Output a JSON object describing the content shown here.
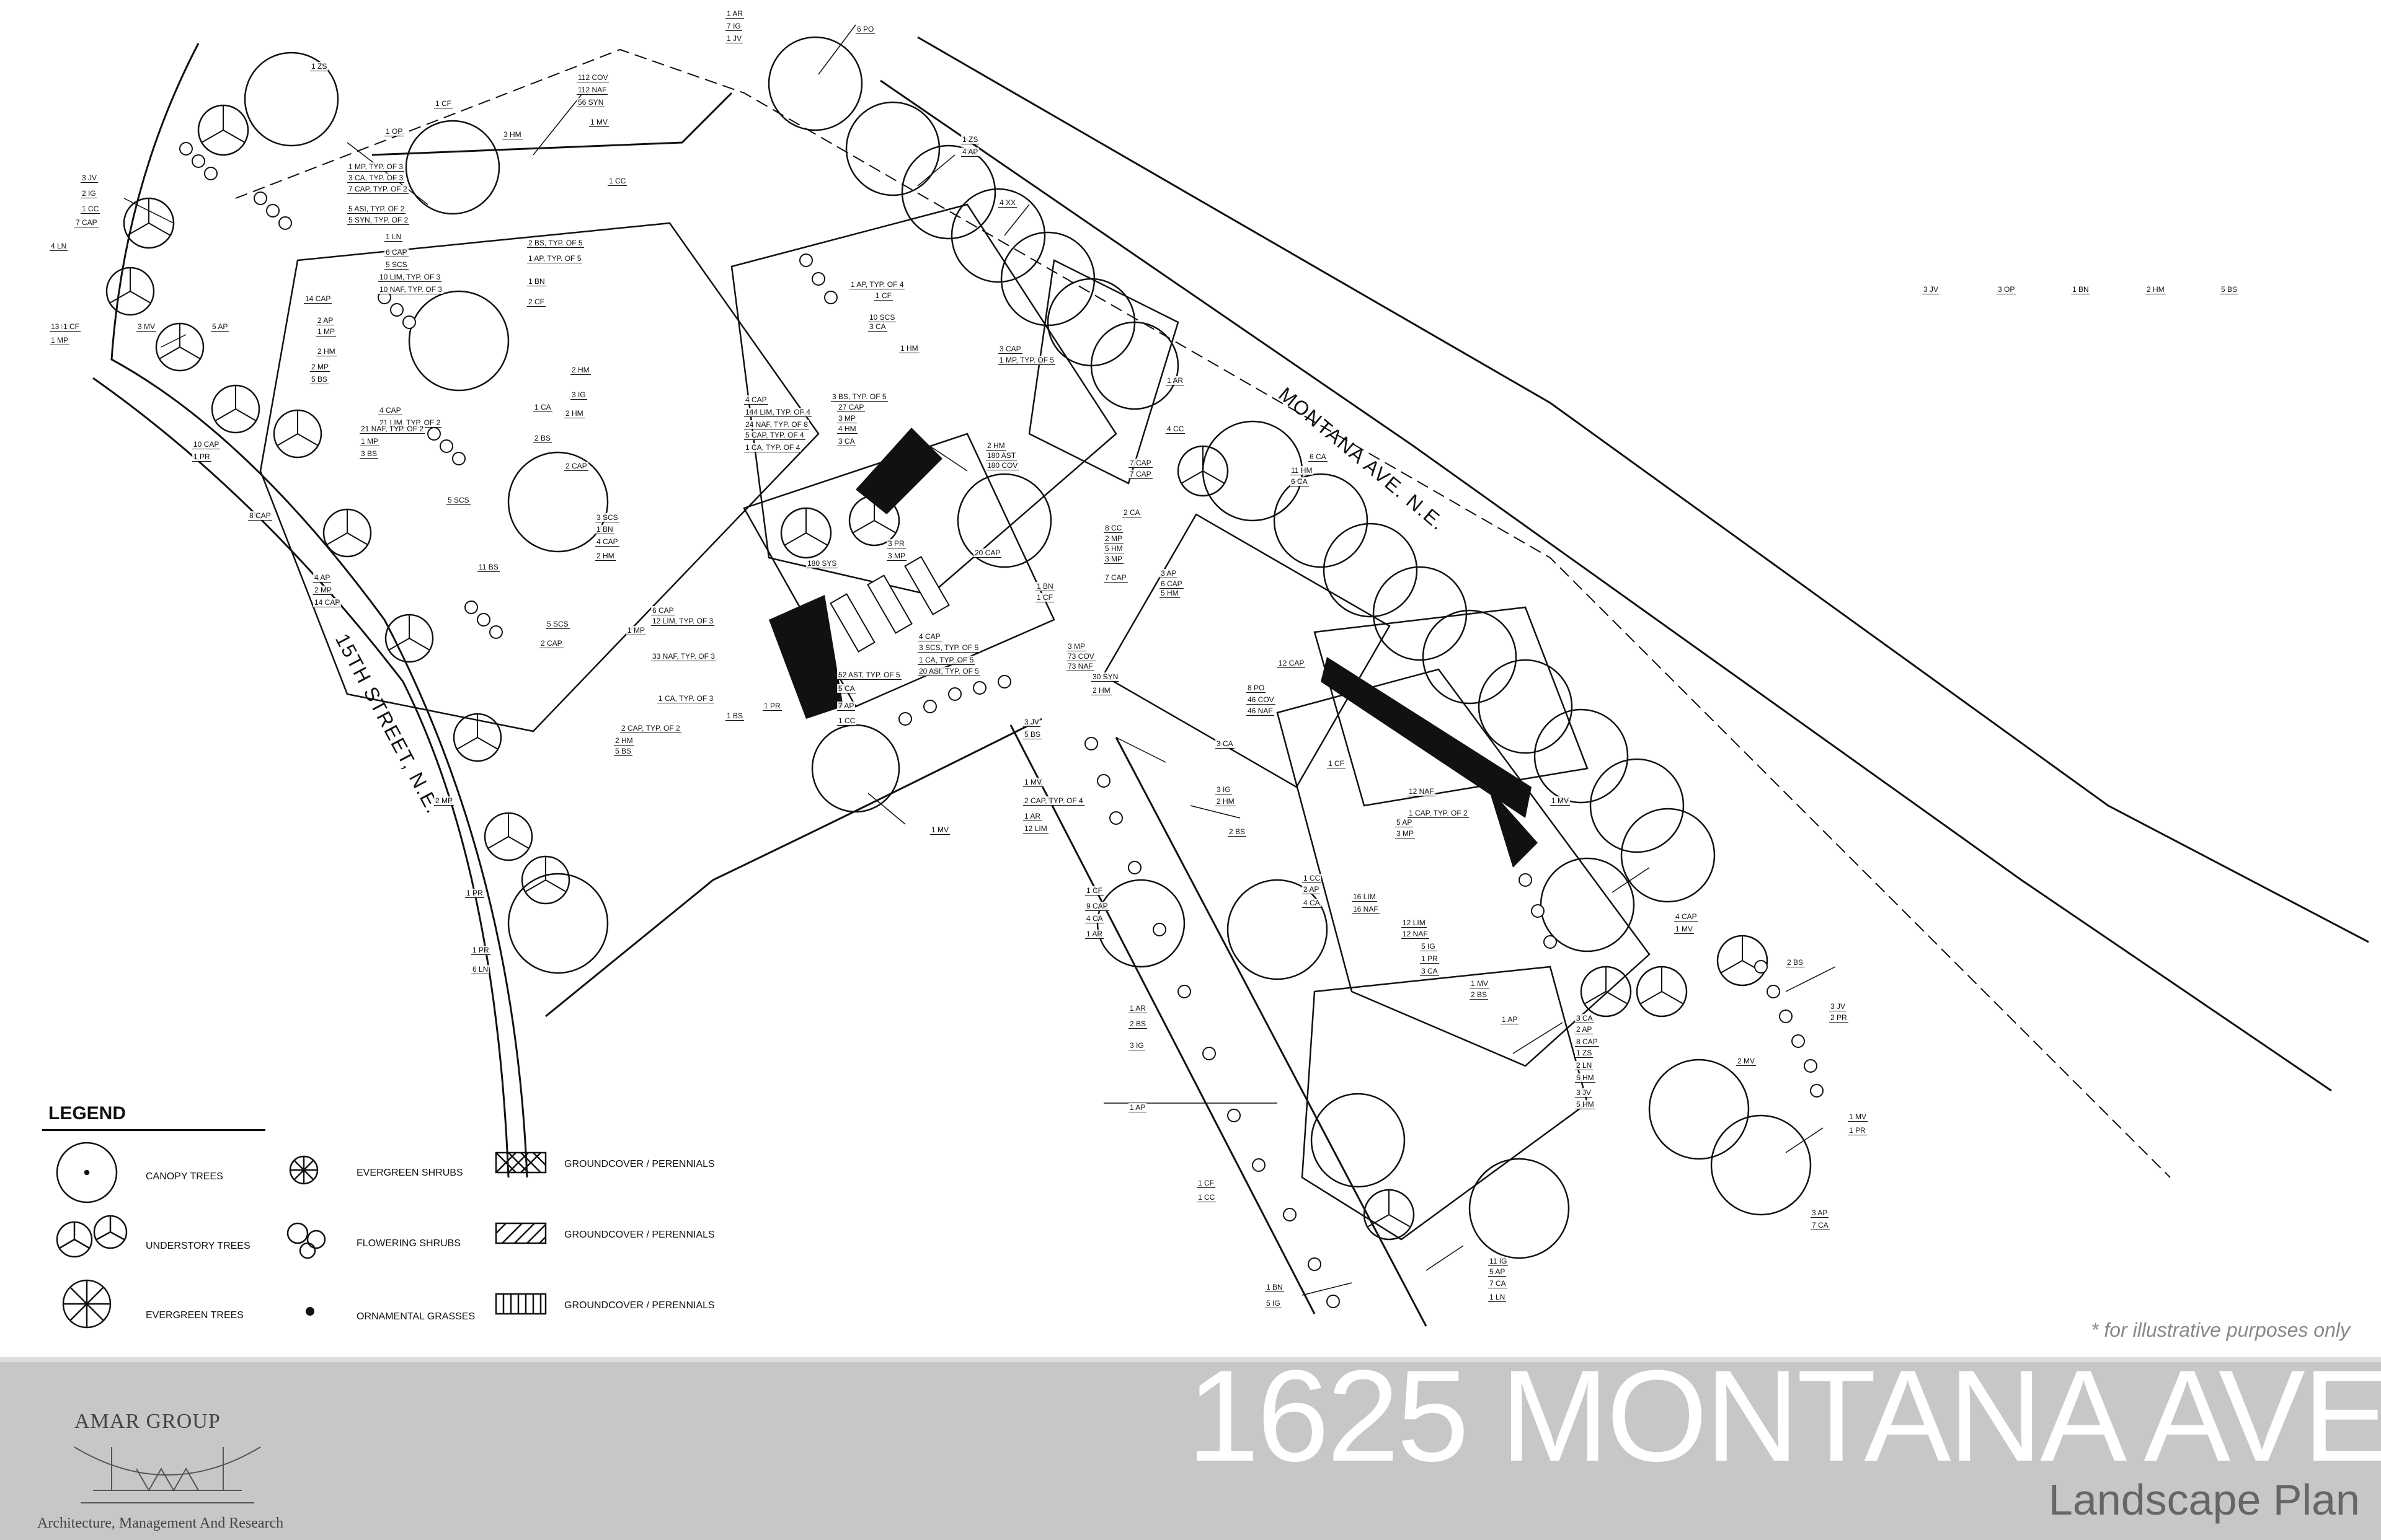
{
  "streets": {
    "montana": "MONTANA AVE. N.E.",
    "fifteenth": "15TH STREET, N.E."
  },
  "plant_labels": [
    "6 PO",
    "112 COV",
    "112 NAF",
    "56 SYN",
    "1 MV",
    "1 CC",
    "1 CF",
    "3 HM",
    "1 OP",
    "1 ZS",
    "3 JV",
    "2 IG",
    "1 CC",
    "7 CAP",
    "4 LN",
    "13 BS",
    "1 MP",
    "1 MP, TYP. OF 3",
    "3 CA, TYP. OF 3",
    "7 CAP, TYP. OF 2",
    "5 ASI, TYP. OF 2",
    "5 SYN, TYP. OF 2",
    "1 LN",
    "6 CAP",
    "5 SCS",
    "10 LIM, TYP. OF 3",
    "10 NAF, TYP. OF 3",
    "14 CAP",
    "2 AP",
    "1 MP",
    "2 HM",
    "2 MP",
    "5 BS",
    "10 CAP",
    "1 PR",
    "8 CAP",
    "4 AP",
    "2 MP",
    "14 CAP",
    "2 BS, TYP. OF 5",
    "1 AP, TYP. OF 5",
    "1 BN",
    "2 CF",
    "2 HM",
    "3 IG",
    "1 CA",
    "2 BS",
    "2 HM",
    "4 CAP",
    "21 LIM, TYP. OF 2",
    "21 NAF, TYP. OF 2",
    "1 MP",
    "3 BS",
    "5 SCS",
    "2 CAP",
    "4 CAP",
    "144 LIM, TYP. OF 4",
    "24 NAF, TYP. OF 8",
    "5 CAP, TYP. OF 4",
    "1 CA, TYP. OF 4",
    "3 SCS",
    "1 BN",
    "4 CAP",
    "2 HM",
    "11 BS",
    "5 SCS",
    "1 MP",
    "2 CAP",
    "6 CAP",
    "12 LIM, TYP. OF 3",
    "33 NAF, TYP. OF 3",
    "1 CA, TYP. OF 3",
    "1 PR",
    "1 BS",
    "2 CAP, TYP. OF 2",
    "2 HM",
    "5 BS",
    "2 MP",
    "1 PR",
    "1 PR",
    "6 LN",
    "1 AR",
    "7 IG",
    "1 JV",
    "1 ZS",
    "4 AP",
    "4 XX",
    "1 AP, TYP. OF 4",
    "1 CF",
    "10 SCS",
    "3 CA",
    "1 HM",
    "3 CAP",
    "1 MP, TYP. OF 5",
    "3 BS, TYP. OF 5",
    "27 CAP",
    "3 MP",
    "4 HM",
    "3 CA",
    "2 HM",
    "180 AST",
    "180 COV",
    "180 SYS",
    "3 PR",
    "3 MP",
    "20 CAP",
    "4 CAP",
    "3 SCS, TYP. OF 5",
    "1 CA, TYP. OF 5",
    "20 ASI, TYP. OF 5",
    "52 AST, TYP. OF 5",
    "5 CA",
    "7 AP",
    "1 CC",
    "3 JV",
    "5 BS",
    "3 MP",
    "73 COV",
    "73 NAF",
    "30 SYN",
    "2 HM",
    "1 MV",
    "1 AR",
    "4 CC",
    "7 CAP",
    "7 CAP",
    "2 CA",
    "8 CC",
    "2 MP",
    "5 HM",
    "3 MP",
    "7 CAP",
    "1 BN",
    "1 CF",
    "3 AP",
    "6 CAP",
    "5 HM",
    "6 CA",
    "11 HM",
    "6 CA",
    "12 CAP",
    "8 PO",
    "46 COV",
    "46 NAF",
    "3 CA",
    "1 CF",
    "3 IG",
    "2 HM",
    "2 BS",
    "1 MV",
    "2 CAP, TYP. OF 4",
    "1 AR",
    "12 LIM",
    "12 NAF",
    "1 CAP, TYP. OF 2",
    "5 AP",
    "3 MP",
    "1 MV",
    "1 CC",
    "2 AP",
    "4 CA",
    "16 LIM",
    "16 NAF",
    "1 CF",
    "9 CAP",
    "4 CA",
    "1 AR",
    "12 LIM",
    "12 NAF",
    "5 IG",
    "1 PR",
    "3 CA",
    "1 MV",
    "2 BS",
    "1 AP",
    "4 CAP",
    "1 MV",
    "1 AR",
    "2 BS",
    "3 IG",
    "3 CA",
    "2 AP",
    "8 CAP",
    "1 ZS",
    "2 LN",
    "5 HM",
    "3 JV",
    "5 HM",
    "1 AP",
    "2 BS",
    "3 JV",
    "2 PR",
    "2 MV",
    "1 MV",
    "1 PR",
    "1 CF",
    "1 CC",
    "3 AP",
    "7 CA",
    "11 IG",
    "5 AP",
    "7 CA",
    "1 LN",
    "1 BN",
    "5 IG",
    "3 JV",
    "3 OP",
    "1 BN",
    "2 HM",
    "5 BS",
    "1 CF",
    "3 MV",
    "5 AP"
  ],
  "legend": {
    "title": "LEGEND",
    "items": {
      "canopy": "CANOPY TREES",
      "understory": "UNDERSTORY TREES",
      "evergreen_trees": "EVERGREEN TREES",
      "evergreen_shrubs": "EVERGREEN SHRUBS",
      "flowering_shrubs": "FLOWERING SHRUBS",
      "grasses": "ORNAMENTAL GRASSES",
      "gc1": "GROUNDCOVER / PERENNIALS",
      "gc2": "GROUNDCOVER / PERENNIALS",
      "gc3": "GROUNDCOVER / PERENNIALS"
    }
  },
  "disclaimer": "* for illustrative purposes only",
  "footer": {
    "company": "AMAR GROUP",
    "tagline": "Architecture, Management And Research",
    "project_title": "1625 MONTANA AVE",
    "project_subtitle": "Landscape Plan"
  }
}
